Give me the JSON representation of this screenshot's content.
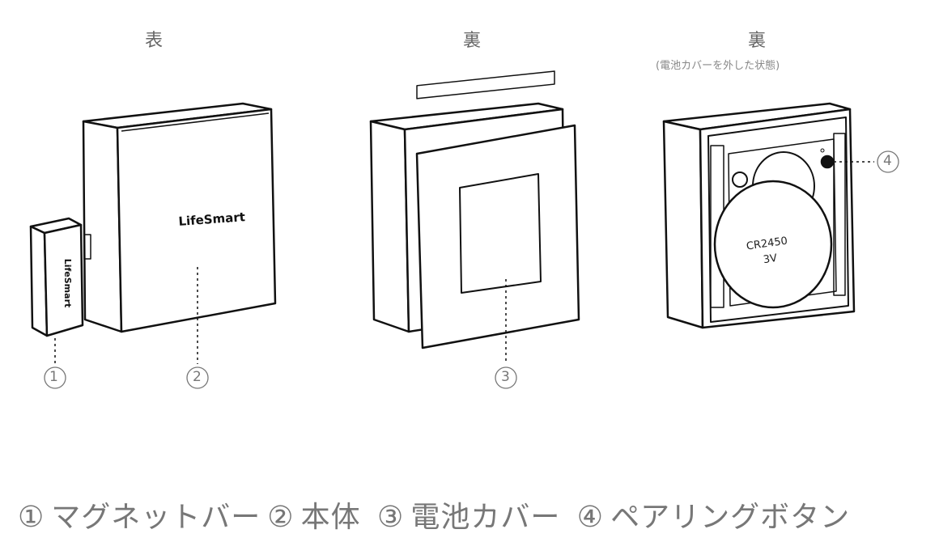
{
  "headings": {
    "front": "表",
    "back": "裏",
    "back_open": "裏",
    "back_open_note": "(電池カバーを外した状態)"
  },
  "device": {
    "logo": "LifeSmart",
    "battery_model": "CR2450",
    "battery_voltage": "3V"
  },
  "callouts": [
    "①",
    "②",
    "③",
    "④"
  ],
  "legend": [
    {
      "num": "①",
      "label": "マグネットバー"
    },
    {
      "num": "②",
      "label": "本体"
    },
    {
      "num": "③",
      "label": "電池カバー"
    },
    {
      "num": "④",
      "label": "ペアリングボタン"
    }
  ]
}
